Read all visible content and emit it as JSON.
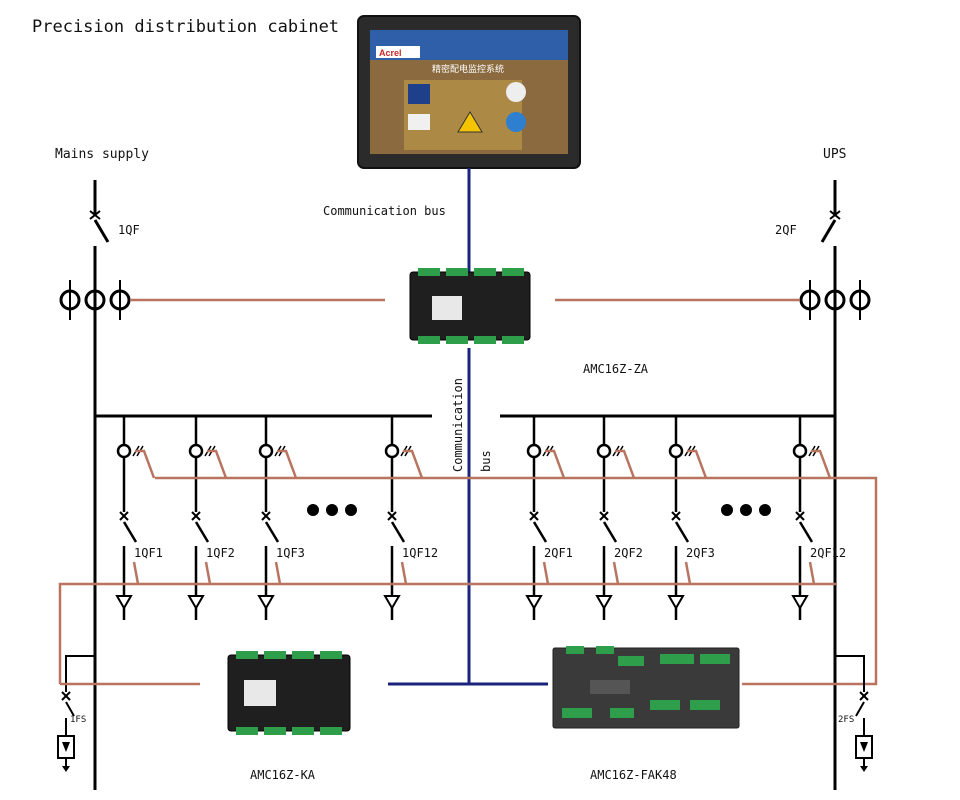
{
  "title": "Precision distribution cabinet",
  "sources": {
    "left": "Mains supply",
    "right": "UPS"
  },
  "main_breakers": {
    "left": "1QF",
    "right": "2QF"
  },
  "bus_labels": {
    "top": "Communication bus",
    "vertical_line1": "Communication",
    "vertical_line2": "bus"
  },
  "devices": {
    "top": "AMC16Z-ZA",
    "bottom_left": "AMC16Z-KA",
    "bottom_right": "AMC16Z-FAK48"
  },
  "surge_protectors": {
    "left": "1FS",
    "right": "2FS"
  },
  "feeders_left": [
    "1QF1",
    "1QF2",
    "1QF3",
    "1QF12"
  ],
  "feeders_right": [
    "2QF1",
    "2QF2",
    "2QF3",
    "2QF12"
  ],
  "hmi": {
    "brand": "Acrel",
    "screen_title": "精密配电监控系统"
  },
  "colors": {
    "bus": "#1a237e",
    "signal": "#b8745f",
    "line": "#000000"
  }
}
